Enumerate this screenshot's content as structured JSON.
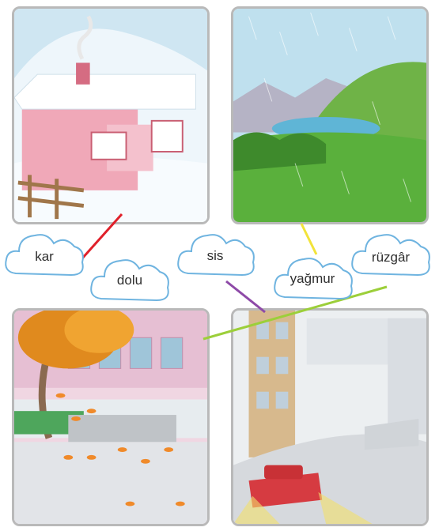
{
  "words": {
    "kar": "kar",
    "dolu": "dolu",
    "sis": "sis",
    "yagmur": "yağmur",
    "ruzgar": "rüzgâr"
  },
  "colors": {
    "line_snow": "#e0202a",
    "line_rain": "#f2e33a",
    "line_fog": "#8e4aa8",
    "line_wind": "#9ccf3a",
    "panel_border": "#b9b9b9",
    "cloud_outline": "#6fb4e0",
    "cloud_fill": "#ffffff"
  },
  "panels": [
    {
      "scene": "snow",
      "name": "snowy-house-scene"
    },
    {
      "scene": "rain",
      "name": "rainy-lake-scene"
    },
    {
      "scene": "wind",
      "name": "windy-street-scene"
    },
    {
      "scene": "fog",
      "name": "foggy-street-scene"
    }
  ]
}
